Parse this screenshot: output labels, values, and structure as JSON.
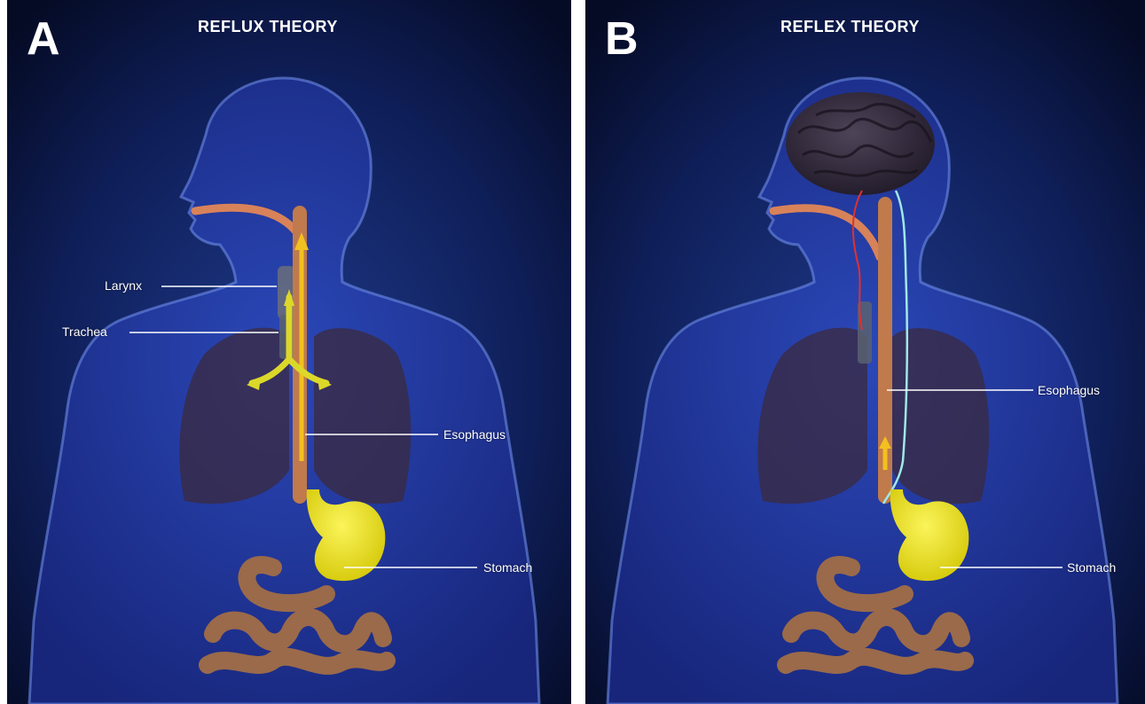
{
  "panels": [
    {
      "letter": "A",
      "title": "REFLUX THEORY",
      "labels": {
        "larynx": "Larynx",
        "trachea": "Trachea",
        "esophagus": "Esophagus",
        "stomach": "Stomach"
      }
    },
    {
      "letter": "B",
      "title": "REFLEX THEORY",
      "labels": {
        "esophagus": "Esophagus",
        "stomach": "Stomach"
      }
    }
  ],
  "colors": {
    "background_dark": "#0a1230",
    "body_glow": "#2c3fa8",
    "esophagus": "#c07a4c",
    "reflux_yellow": "#f2ea1a",
    "intestine": "#9a6a4a",
    "lung": "#3a2a3a",
    "brain": "#3a3040",
    "afferent_nerve": "#e03030",
    "efferent_nerve": "#9fe8e8",
    "label_text": "#ffffff"
  }
}
